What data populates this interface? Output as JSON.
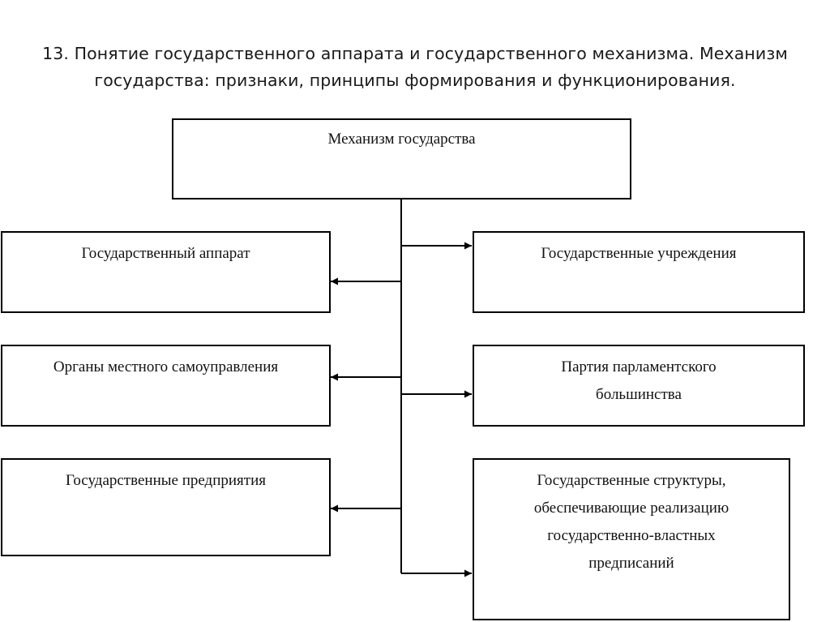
{
  "title": {
    "line1": "13. Понятие государственного аппарата и государственного механизма. Механизм",
    "line2": "государства: признаки, принципы формирования и функционирования."
  },
  "diagram": {
    "root": {
      "label": "Механизм государства"
    },
    "left": [
      {
        "label": "Государственный аппарат"
      },
      {
        "label": "Органы местного самоуправления"
      },
      {
        "label": "Государственные предприятия"
      }
    ],
    "right": [
      {
        "lines": [
          "Государственные учреждения"
        ]
      },
      {
        "lines": [
          "Партия парламентского",
          "большинства"
        ]
      },
      {
        "lines": [
          "Государственные структуры,",
          "обеспечивающие реализацию",
          "государственно-властных",
          "предписаний"
        ]
      }
    ]
  }
}
